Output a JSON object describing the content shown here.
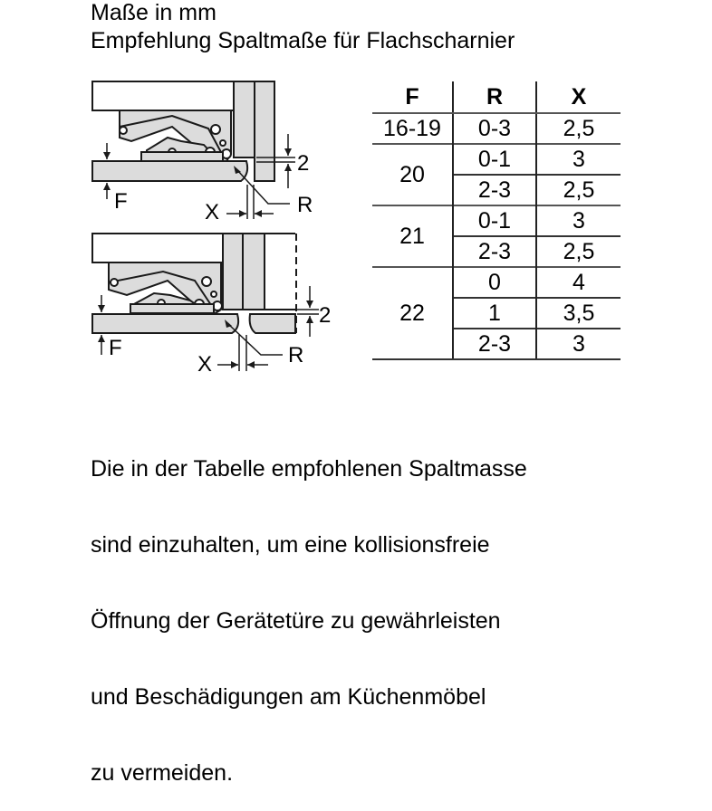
{
  "header": {
    "line1": "Maße in mm",
    "line2": "Empfehlung Spaltmaße für Flachscharnier"
  },
  "diagrams": [
    {
      "name": "hinge-gap-diagram-flush",
      "labels": {
        "gap": "2",
        "thickness": "F",
        "gap_x": "X",
        "radius": "R"
      }
    },
    {
      "name": "hinge-gap-diagram-adjacent",
      "labels": {
        "gap": "2",
        "thickness": "F",
        "gap_x": "X",
        "radius": "R"
      }
    }
  ],
  "table": {
    "headers": [
      "F",
      "R",
      "X"
    ],
    "groups": [
      {
        "F": "16-19",
        "rows": [
          {
            "R": "0-3",
            "X": "2,5"
          }
        ]
      },
      {
        "F": "20",
        "rows": [
          {
            "R": "0-1",
            "X": "3"
          },
          {
            "R": "2-3",
            "X": "2,5"
          }
        ]
      },
      {
        "F": "21",
        "rows": [
          {
            "R": "0-1",
            "X": "3"
          },
          {
            "R": "2-3",
            "X": "2,5"
          }
        ]
      },
      {
        "F": "22",
        "rows": [
          {
            "R": "0",
            "X": "4"
          },
          {
            "R": "1",
            "X": "3,5"
          },
          {
            "R": "2-3",
            "X": "3"
          }
        ]
      }
    ]
  },
  "note": {
    "lines": [
      "Die in der Tabelle empfohlenen Spaltmasse",
      "sind einzuhalten, um eine kollisionsfreie",
      "Öffnung der Gerätetüre zu gewährleisten",
      "und Beschädigungen am Küchenmöbel",
      "zu vermeiden."
    ]
  },
  "colors": {
    "fill_gray": "#dcdcdc",
    "stroke": "#1a1a1a",
    "text": "#000000"
  }
}
